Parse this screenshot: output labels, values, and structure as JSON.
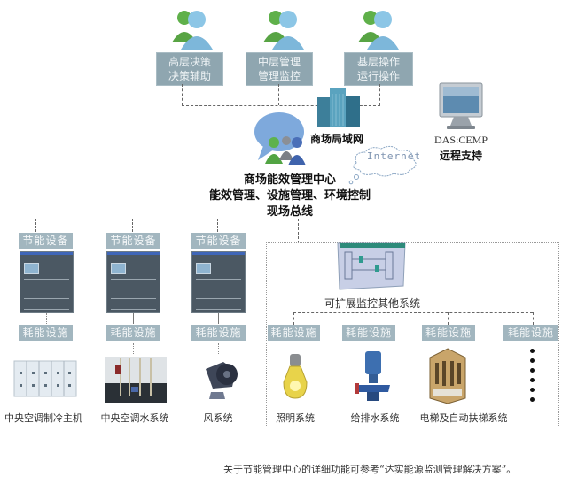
{
  "roles": [
    {
      "line1": "高层决策",
      "line2": "决策辅助"
    },
    {
      "line1": "中层管理",
      "line2": "管理监控"
    },
    {
      "line1": "基层操作",
      "line2": "运行操作"
    }
  ],
  "network": {
    "lan_label": "商场局域网",
    "internet_label": "Internet",
    "remote_title": "DAS:CEMP",
    "remote_sub": "远程支持"
  },
  "center": {
    "title": "商场能效管理中心",
    "functions": "能效管理、设施管理、环境控制",
    "bus": "现场总线"
  },
  "energy_saving_label": "节能设备",
  "consumer_label": "耗能设施",
  "left_systems": [
    {
      "name": "中央空调制冷主机",
      "icon": "switchgear-icon"
    },
    {
      "name": "中央空调水系统",
      "icon": "water-plant-icon"
    },
    {
      "name": "风系统",
      "icon": "fan-icon"
    }
  ],
  "extension": {
    "label": "可扩展监控其他系统",
    "systems": [
      {
        "name": "照明系统",
        "icon": "light-bulb-icon"
      },
      {
        "name": "给排水系统",
        "icon": "pump-icon"
      },
      {
        "name": "电梯及自动扶梯系统",
        "icon": "elevator-icon"
      },
      {
        "name": "",
        "icon": "ellipsis-dots-icon"
      }
    ]
  },
  "footnote": "关于节能管理中心的详细功能可参考“达实能源监测管理解决方案”。"
}
